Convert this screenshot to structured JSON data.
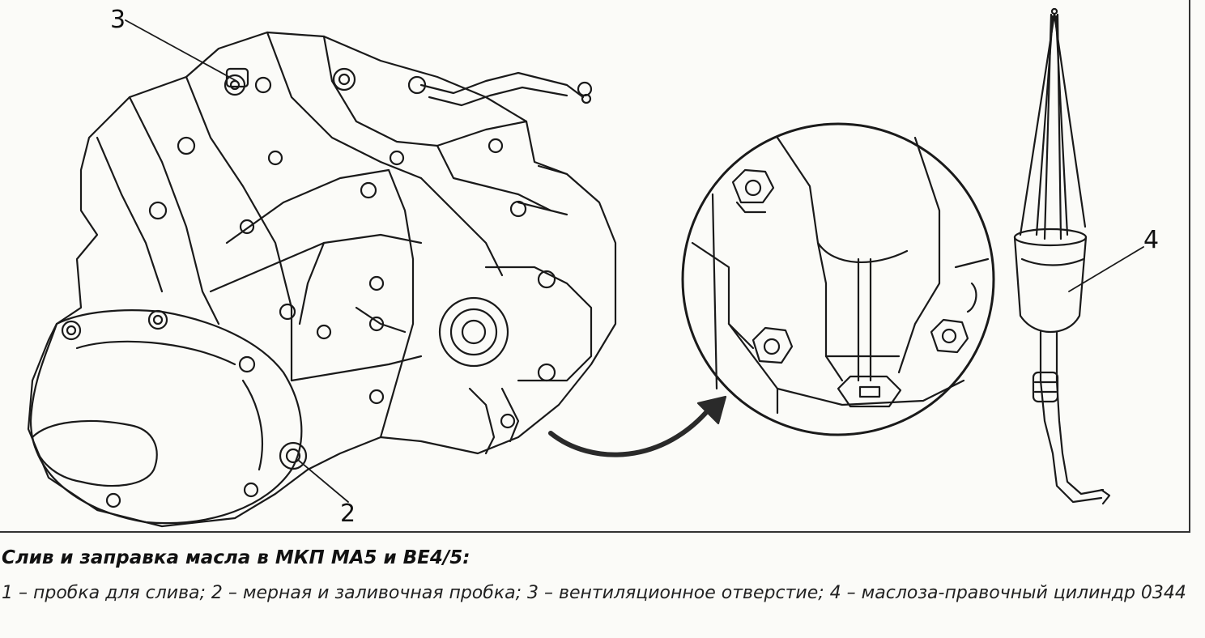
{
  "callouts": {
    "c3": "3",
    "c2": "2",
    "c4": "4"
  },
  "caption": {
    "title": "Слив и заправка масла в МКП МА5 и ВЕ4/5:",
    "text": "1 – пробка для слива; 2 – мерная и заливочная пробка; 3 – вентиляционное отверстие; 4 – маслоза-правочный цилиндр 0344"
  }
}
